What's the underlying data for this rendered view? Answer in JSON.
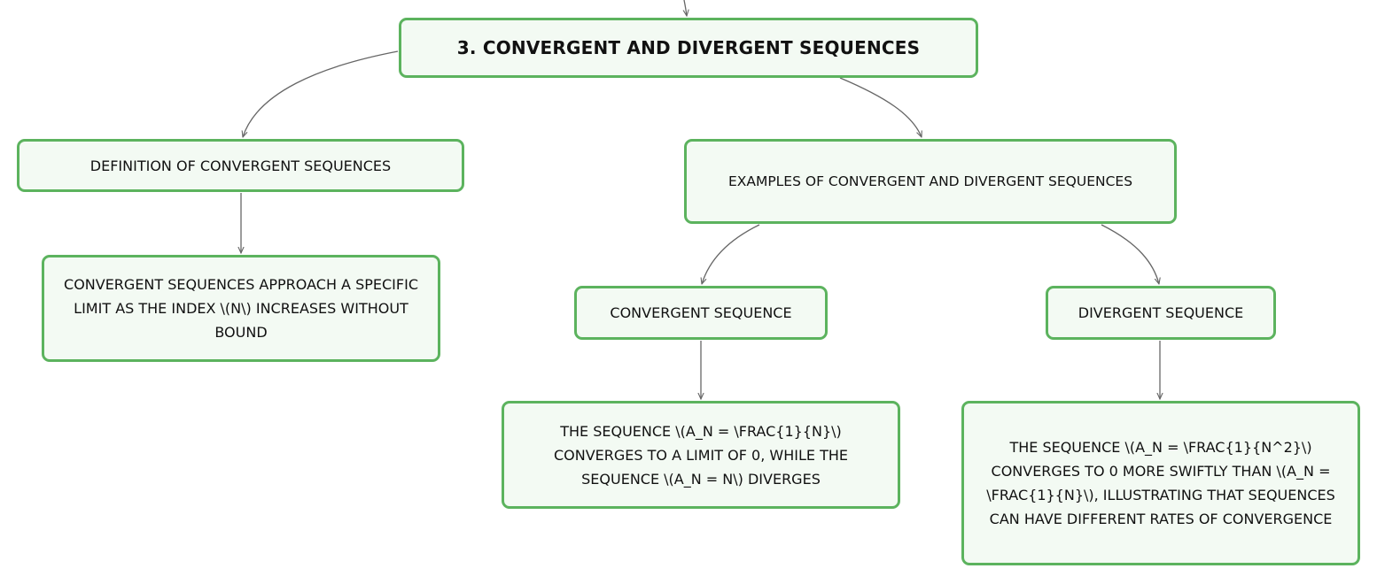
{
  "diagram": {
    "colors": {
      "node_border": "#5cb35e",
      "node_fill": "#f3faf3",
      "connector": "#666666",
      "text": "#111111"
    },
    "nodes": {
      "root": {
        "label": "3. Convergent and Divergent Sequences"
      },
      "definition": {
        "label": "Definition of Convergent Sequences"
      },
      "definition_detail": {
        "label": "Convergent sequences approach a specific limit as the index \\(n\\) increases without bound"
      },
      "examples": {
        "label": "Examples of Convergent and Divergent Sequences"
      },
      "convergent": {
        "label": "Convergent Sequence"
      },
      "convergent_detail": {
        "label": "The sequence \\(a_n = \\frac{1}{n}\\) converges to a limit of 0, while the sequence \\(a_n = n\\) diverges"
      },
      "divergent": {
        "label": "Divergent Sequence"
      },
      "divergent_detail": {
        "label": "The sequence \\(a_n = \\frac{1}{n^2}\\) converges to 0 more swiftly than \\(a_n = \\frac{1}{n}\\), illustrating that sequences can have different rates of convergence"
      }
    }
  }
}
